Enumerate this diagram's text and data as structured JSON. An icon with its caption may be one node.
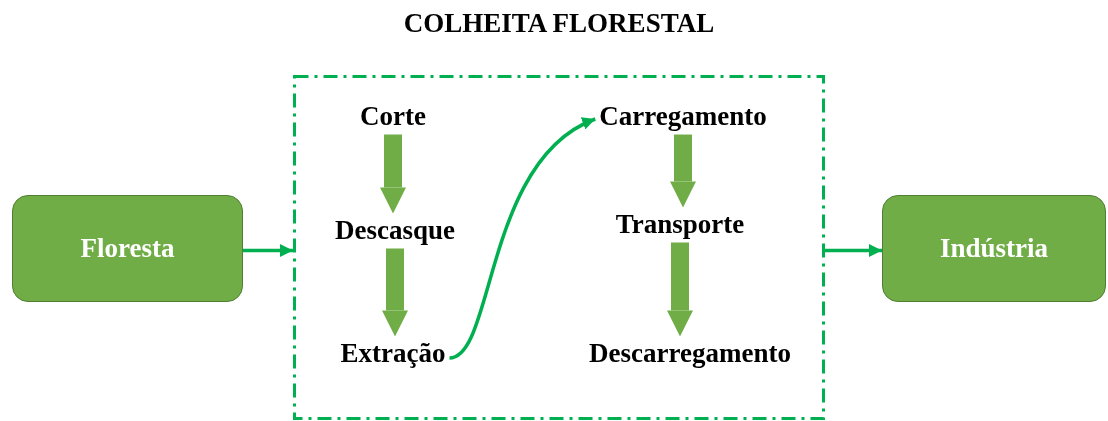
{
  "diagram": {
    "nodes": [
      {
        "text": [
          "Floresta"
        ]
      },
      {
        "text": [
          "COLHEITA FLORESTAL"
        ]
      },
      {
        "text": [
          "Corte"
        ],
        "in": 1
      },
      {
        "text": [
          "Descasque"
        ],
        "in": 1
      },
      {
        "text": [
          "Extração"
        ],
        "in": 1
      },
      {
        "text": [
          "Carregamento"
        ],
        "in": 1
      },
      {
        "text": [
          "Transporte"
        ],
        "in": 1
      },
      {
        "text": [
          "Descarregamento"
        ],
        "in": 1
      },
      {
        "text": [
          "Indústria"
        ]
      }
    ],
    "edges": [
      {
        "from": 0,
        "to": 1,
        "arrow": "to",
        "color": "#00b050"
      },
      {
        "from": 2,
        "to": 3,
        "arrow": "to",
        "color": "#70ad47"
      },
      {
        "from": 3,
        "to": 4,
        "arrow": "to",
        "color": "#70ad47"
      },
      {
        "from": 4,
        "to": 5,
        "arrow": "to",
        "color": "#00b050"
      },
      {
        "from": 5,
        "to": 6,
        "arrow": "to",
        "color": "#70ad47"
      },
      {
        "from": 6,
        "to": 7,
        "arrow": "to",
        "color": "#70ad47"
      },
      {
        "from": 1,
        "to": 8,
        "arrow": "to",
        "color": "#00b050"
      }
    ]
  }
}
